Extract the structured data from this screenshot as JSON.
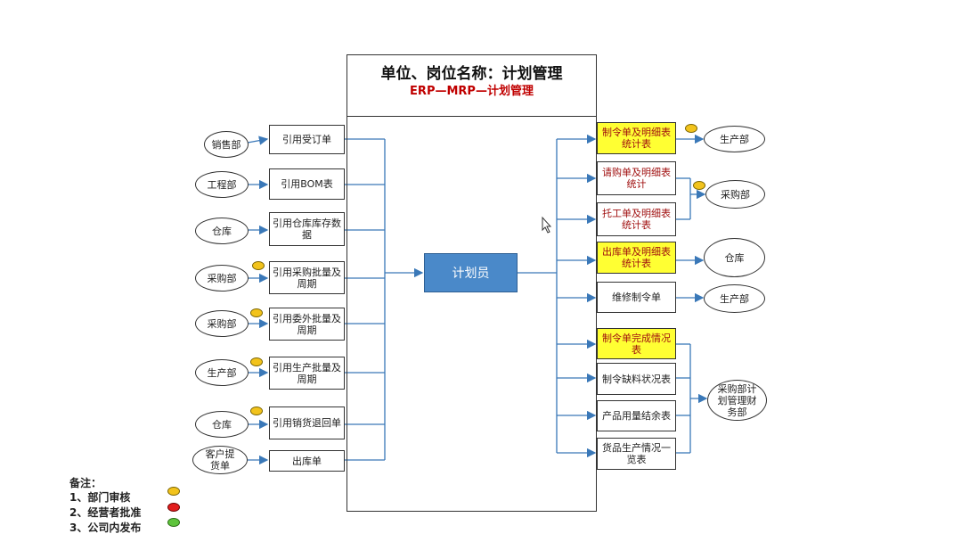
{
  "header": {
    "title": "单位、岗位名称：计划管理",
    "subtitle": "ERP—MRP—计划管理"
  },
  "center": {
    "label": "计划员"
  },
  "left_sources": [
    {
      "dept": "销售部",
      "doc": "引用受订单",
      "dot": ""
    },
    {
      "dept": "工程部",
      "doc": "引用BOM表",
      "dot": ""
    },
    {
      "dept": "仓库",
      "doc": "引用仓库库存数据",
      "dot": ""
    },
    {
      "dept": "采购部",
      "doc": "引用采购批量及周期",
      "dot": "yellow"
    },
    {
      "dept": "采购部",
      "doc": "引用委外批量及周期",
      "dot": "yellow"
    },
    {
      "dept": "生产部",
      "doc": "引用生产批量及周期",
      "dot": "yellow"
    },
    {
      "dept": "仓库",
      "doc": "引用销货退回单",
      "dot": "yellow"
    },
    {
      "dept": "客户提货单",
      "doc": "出库单",
      "dot": ""
    }
  ],
  "right_outputs": [
    {
      "doc": "制令单及明细表统计表",
      "highlight": true
    },
    {
      "doc": "请购单及明细表统计",
      "highlight": false
    },
    {
      "doc": "托工单及明细表统计表",
      "highlight": false
    },
    {
      "doc": "出库单及明细表统计表",
      "highlight": true
    },
    {
      "doc": "维修制令单",
      "highlight": false
    },
    {
      "doc": "制令单完成情况表",
      "highlight": true
    },
    {
      "doc": "制令缺料状况表",
      "highlight": false
    },
    {
      "doc": "产品用量结余表",
      "highlight": false
    },
    {
      "doc": "货品生产情况一览表",
      "highlight": false
    }
  ],
  "right_targets": [
    {
      "dept": "生产部"
    },
    {
      "dept": "采购部"
    },
    {
      "dept": "仓库"
    },
    {
      "dept": "生产部"
    },
    {
      "dept": "采购部计划管理财务部"
    }
  ],
  "notes": {
    "title": "备注：",
    "items": [
      {
        "text": "1、部门审核",
        "color": "yellow"
      },
      {
        "text": "2、经营者批准",
        "color": "red"
      },
      {
        "text": "3、公司内发布",
        "color": "green"
      }
    ]
  },
  "colors": {
    "connector": "#3a78b8",
    "highlight": "#ffff33",
    "planner": "#4a89c9",
    "subtitle": "#c00000"
  }
}
